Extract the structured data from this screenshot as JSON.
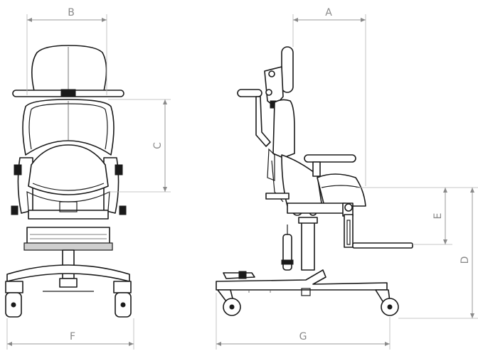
{
  "dimensions": {
    "A": "A",
    "B": "B",
    "C": "C",
    "D": "D",
    "E": "E",
    "F": "F",
    "G": "G"
  },
  "colors": {
    "outline": "#1a1a1a",
    "dimension": "#8a8a8a"
  }
}
